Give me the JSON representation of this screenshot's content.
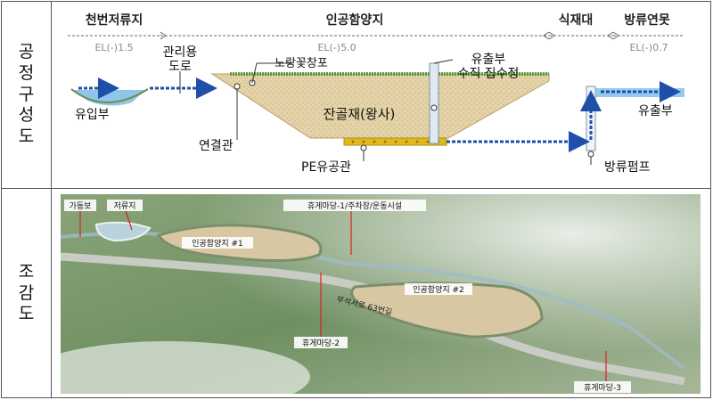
{
  "rows": {
    "process": {
      "chars": [
        "공",
        "정",
        "구",
        "성",
        "도"
      ]
    },
    "aerial": {
      "chars": [
        "조",
        "감",
        "도"
      ]
    }
  },
  "section": {
    "zone_labels": {
      "stream_reservoir": "천번저류지",
      "artificial_recharge": "인공함양지",
      "planting_zone": "식재대",
      "discharge_pond": "방류연못"
    },
    "elevations": {
      "left": "EL(-)1.5",
      "middle": "EL(-)5.0",
      "right": "EL(-)0.7"
    },
    "callouts": {
      "mgmt_road_1": "관리용",
      "mgmt_road_2": "도로",
      "liner": "노랑꽃창포",
      "outlet_1": "유출부",
      "outlet_2": "수직 집수정",
      "inlet": "유입부",
      "connector": "연결관",
      "fill": "잔골재(왕사)",
      "pipe": "PE유공관",
      "discharge": "유출부",
      "pump": "방류펌프"
    }
  },
  "aerial": {
    "labels": {
      "weir": "가동보",
      "reservoir": "저류지",
      "rest1": "휴게마당-1/주차장/운동시설",
      "pond1": "인공함양지 #1",
      "pond2": "인공함양지 #2",
      "road": "부석서로 63번길",
      "rest2": "휴게마당-2",
      "rest3": "휴게마당-3"
    }
  },
  "colors": {
    "soil": "#e4d3a8",
    "water": "#7bbbe8",
    "pipe": "#e0b820",
    "arrow": "#1f4fa8",
    "grass": "#5c9a3c",
    "terrain": "#6f8f62"
  }
}
